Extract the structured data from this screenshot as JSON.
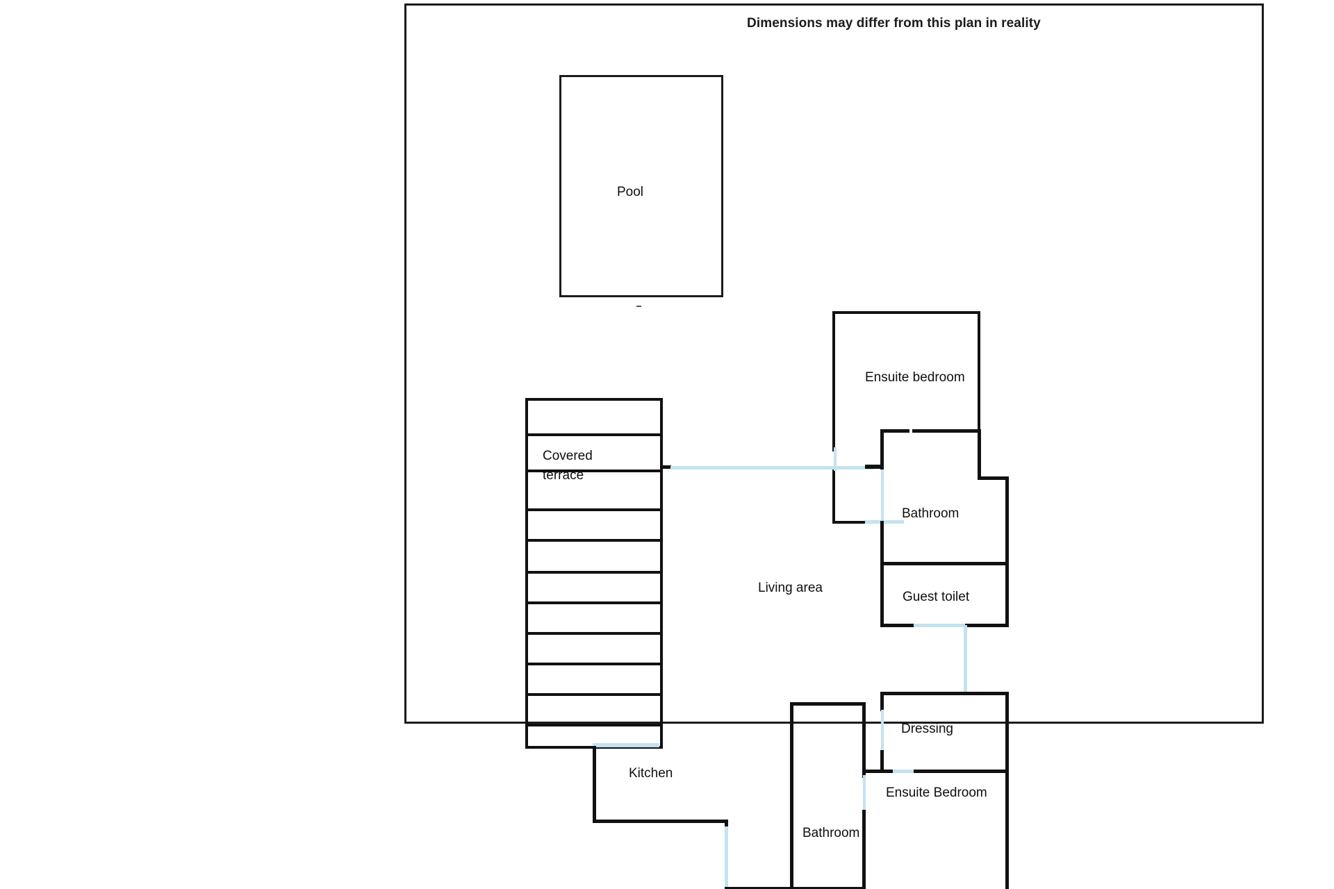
{
  "document": {
    "note": "Dimensions may differ from this plan in reality",
    "type": "floor-plan"
  },
  "colors": {
    "wall": "#111111",
    "frame": "#1b1b1b",
    "door": "#c3e3ef",
    "background": "#ffffff",
    "label_text": "#0f0f0f"
  },
  "rooms": [
    {
      "id": "pool",
      "label": "Pool"
    },
    {
      "id": "covered-terrace",
      "label_line1": "Covered",
      "label_line2": "terrace"
    },
    {
      "id": "living-area",
      "label": "Living area"
    },
    {
      "id": "kitchen",
      "label": "Kitchen"
    },
    {
      "id": "ensuite-bedroom-upper",
      "label": "Ensuite bedroom"
    },
    {
      "id": "bathroom-upper",
      "label": "Bathroom"
    },
    {
      "id": "guest-toilet",
      "label": "Guest toilet"
    },
    {
      "id": "dressing",
      "label": "Dressing"
    },
    {
      "id": "bathroom-lower",
      "label": "Bathroom"
    },
    {
      "id": "ensuite-bedroom-lower",
      "label": "Ensuite Bedroom"
    }
  ],
  "labels": {
    "pool": "Pool",
    "covered_terrace_line1": "Covered",
    "covered_terrace_line2": "terrace",
    "living_area": "Living area",
    "kitchen": "Kitchen",
    "ensuite_bedroom_upper": "Ensuite bedroom",
    "bathroom_upper": "Bathroom",
    "guest_toilet": "Guest toilet",
    "dressing": "Dressing",
    "bathroom_lower": "Bathroom",
    "ensuite_bedroom_lower": "Ensuite Bedroom"
  }
}
